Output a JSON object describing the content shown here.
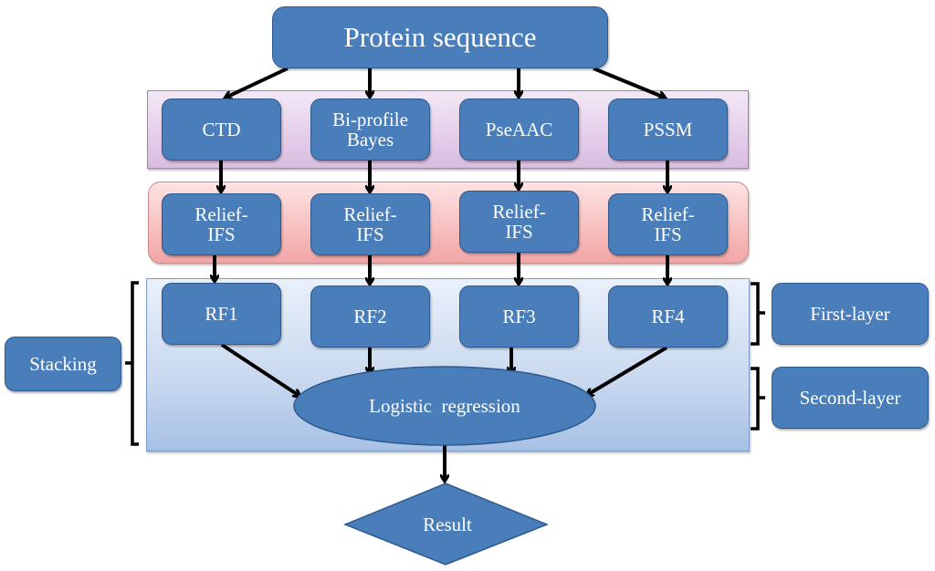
{
  "diagram": {
    "input": {
      "label": "Protein sequence"
    },
    "feature_extraction": [
      {
        "id": "ctd",
        "label": "CTD"
      },
      {
        "id": "bpb",
        "label": "Bi-profile\nBayes"
      },
      {
        "id": "pse",
        "label": "PseAAC"
      },
      {
        "id": "pssm",
        "label": "PSSM"
      }
    ],
    "feature_selection": [
      {
        "label": "Relief-\nIFS"
      },
      {
        "label": "Relief-\nIFS"
      },
      {
        "label": "Relief-\nIFS"
      },
      {
        "label": "Relief-\nIFS"
      }
    ],
    "base_classifiers": [
      {
        "label": "RF1"
      },
      {
        "label": "RF2"
      },
      {
        "label": "RF3"
      },
      {
        "label": "RF4"
      }
    ],
    "meta_classifier": {
      "label": "Logistic  regression"
    },
    "output": {
      "label": "Result"
    },
    "annotations": {
      "stacking": "Stacking",
      "first_layer": "First-layer",
      "second_layer": "Second-layer"
    },
    "edges": [
      [
        "Protein sequence",
        "CTD"
      ],
      [
        "Protein sequence",
        "Bi-profile Bayes"
      ],
      [
        "Protein sequence",
        "PseAAC"
      ],
      [
        "Protein sequence",
        "PSSM"
      ],
      [
        "CTD",
        "Relief-IFS 1"
      ],
      [
        "Bi-profile Bayes",
        "Relief-IFS 2"
      ],
      [
        "PseAAC",
        "Relief-IFS 3"
      ],
      [
        "PSSM",
        "Relief-IFS 4"
      ],
      [
        "Relief-IFS 1",
        "RF1"
      ],
      [
        "Relief-IFS 2",
        "RF2"
      ],
      [
        "Relief-IFS 3",
        "RF3"
      ],
      [
        "Relief-IFS 4",
        "RF4"
      ],
      [
        "RF1",
        "Logistic regression"
      ],
      [
        "RF2",
        "Logistic regression"
      ],
      [
        "RF3",
        "Logistic regression"
      ],
      [
        "RF4",
        "Logistic regression"
      ],
      [
        "Logistic regression",
        "Result"
      ]
    ],
    "colors": {
      "node_fill": "#4a7ebb",
      "node_border": "#2d5a8e",
      "feature_band": "#e4cde9",
      "selection_band": "#f6b7b7",
      "stacking_band": "#c8d8ef",
      "arrow": "#000000",
      "text": "#ffffff"
    }
  }
}
